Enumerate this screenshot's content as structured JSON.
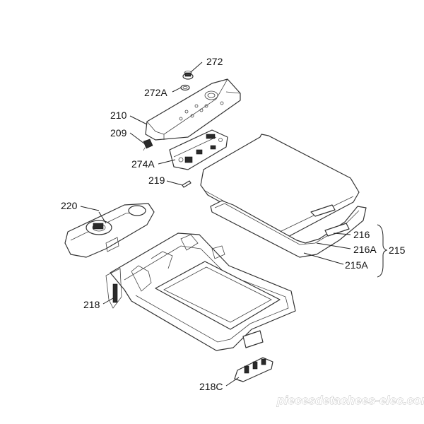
{
  "diagram": {
    "labels": {
      "l272": "272",
      "l272A": "272A",
      "l210": "210",
      "l209": "209",
      "l274A": "274A",
      "l219": "219",
      "l220": "220",
      "l216": "216",
      "l216A": "216A",
      "l215A": "215A",
      "l215": "215",
      "l218": "218",
      "l218C": "218C"
    },
    "watermark": "piecesdetachees-elec.com",
    "colors": {
      "line": "#222222",
      "label": "#111111",
      "watermark_outline": "#bdbdbd"
    }
  }
}
